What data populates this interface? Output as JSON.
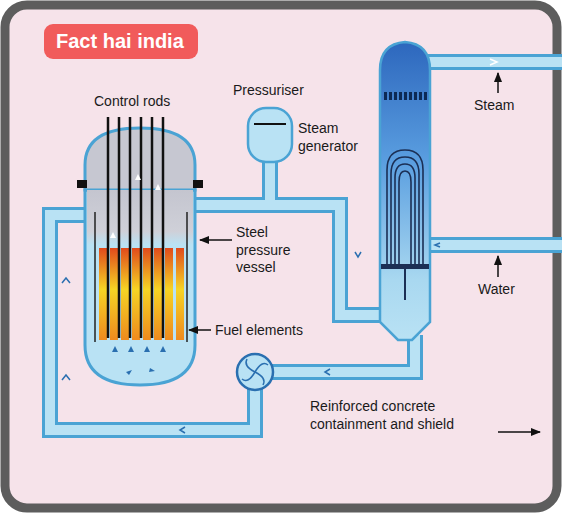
{
  "diagram": {
    "nodes": [
      {
        "text": [
          "Fact hai india"
        ]
      }
    ],
    "labels": [
      "Control rods",
      "Pressuriser",
      "Steam generator",
      "Steel pressure vessel",
      "Fuel elements",
      "Steam",
      "Water",
      "Reinforced concrete containment and shield"
    ]
  }
}
